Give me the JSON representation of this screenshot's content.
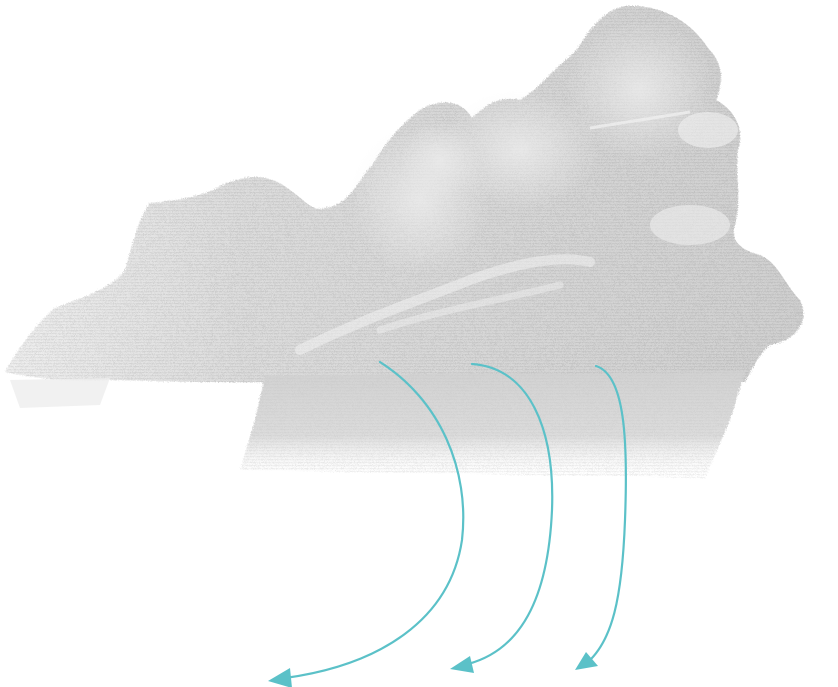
{
  "map": {
    "region_fill": "#d6d6d6",
    "region_fill_light": "#e6e6e6",
    "region_fill_dark": "#c4c4c4",
    "arrow_color": "#5bc1c8",
    "arrow_count": 3,
    "icons": [
      "terrain-map",
      "flow-arrow"
    ]
  }
}
